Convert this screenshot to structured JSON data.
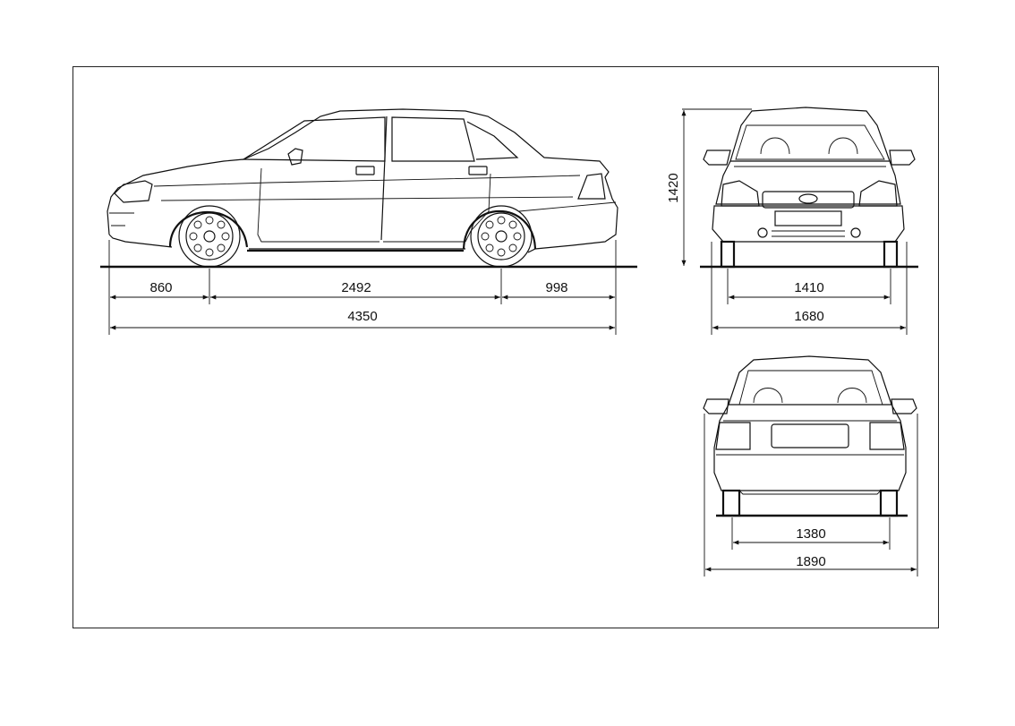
{
  "dimensions": {
    "front_overhang": "860",
    "wheelbase": "2492",
    "rear_overhang": "998",
    "overall_length": "4350",
    "height": "1420",
    "front_track": "1410",
    "front_width": "1680",
    "rear_track": "1380",
    "overall_width": "1890"
  },
  "views": [
    "side-view",
    "front-view",
    "rear-view"
  ],
  "colors": {
    "line": "#111111",
    "background": "#ffffff"
  }
}
